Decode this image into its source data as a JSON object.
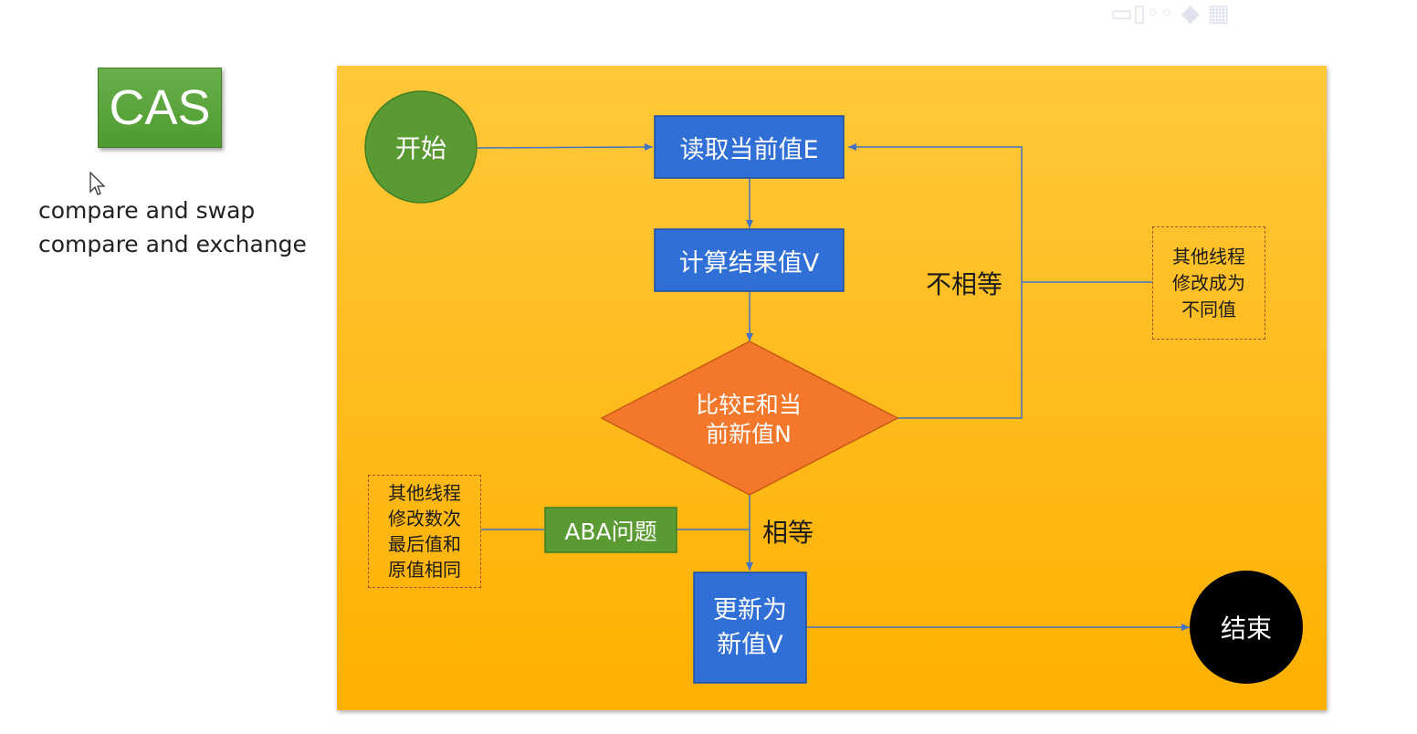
{
  "header": {
    "badge": "CAS",
    "terms": [
      "compare and swap",
      "compare and exchange"
    ]
  },
  "flow": {
    "start": "开始",
    "read": "读取当前值E",
    "compute": "计算结果值V",
    "compare_line1": "比较E和当",
    "compare_line2": "前新值N",
    "update_line1": "更新为",
    "update_line2": "新值V",
    "end": "结束",
    "aba": "ABA问题",
    "not_equal": "不相等",
    "equal": "相等",
    "note_right": [
      "其他线程",
      "修改成为",
      "不同值"
    ],
    "note_left": [
      "其他线程",
      "修改数次",
      "最后值和",
      "原值相同"
    ]
  },
  "colors": {
    "canvas": "#ffbb10",
    "box": "#2f6fd6",
    "diamond": "#f4782c",
    "start": "#5a9a32",
    "end": "#000000",
    "aba": "#5a9a32"
  }
}
